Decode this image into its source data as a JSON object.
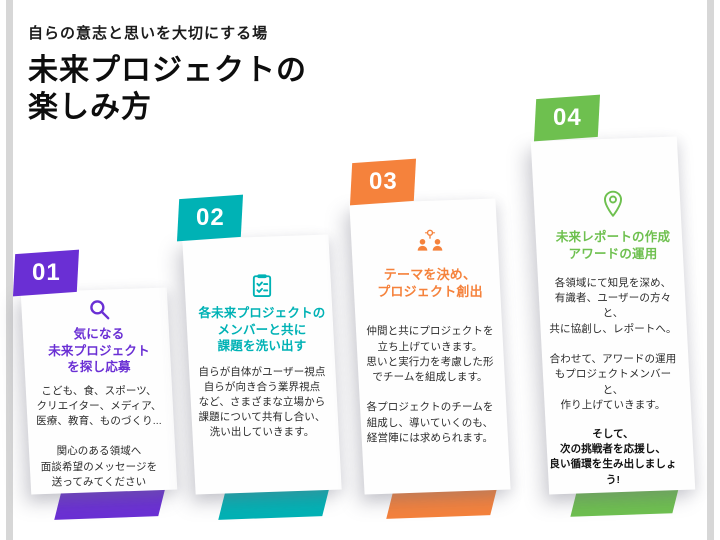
{
  "page": {
    "subtitle": "自らの意志と思いを大切にする場",
    "title": "未来プロジェクトの\n楽しみ方"
  },
  "steps": [
    {
      "number": "01",
      "color": "#6a2fd4",
      "icon": "magnifier-icon",
      "heading": "気になる\n未来プロジェクト\nを探し応募",
      "body": "こども、食、スポーツ、\nクリエイター、メディア、\n医療、教育、ものづくり...\n\n関心のある領域へ\n面談希望のメッセージを\n送ってみてください"
    },
    {
      "number": "02",
      "color": "#00b2b5",
      "icon": "checklist-icon",
      "heading": "各未来プロジェクトの\nメンバーと共に\n課題を洗い出す",
      "body": "自らが自体がユーザー視点\n自らが向き合う業界視点\nなど、さまざまな立場から\n課題について共有し合い、\n洗い出していきます。"
    },
    {
      "number": "03",
      "color": "#f5823c",
      "icon": "discussion-icon",
      "heading": "テーマを決め、\nプロジェクト創出",
      "body": "仲間と共にプロジェクトを\n立ち上げていきます。\n思いと実行力を考慮した形\nでチームを組成します。\n\n各プロジェクトのチームを\n組成し、導いていくのも、\n経営陣には求められます。"
    },
    {
      "number": "04",
      "color": "#6ec04f",
      "icon": "location-pin-icon",
      "heading": "未来レポートの作成\nアワードの運用",
      "body": "各領域にて知見を深め、\n有識者、ユーザーの方々と、\n共に協創し、レポートへ。\n\n合わせて、アワードの運用\nもプロジェクトメンバーと、\n作り上げていきます。",
      "body_emphasis": "そして、\n次の挑戦者を応援し、\n良い循環を生み出しましょう!"
    }
  ]
}
